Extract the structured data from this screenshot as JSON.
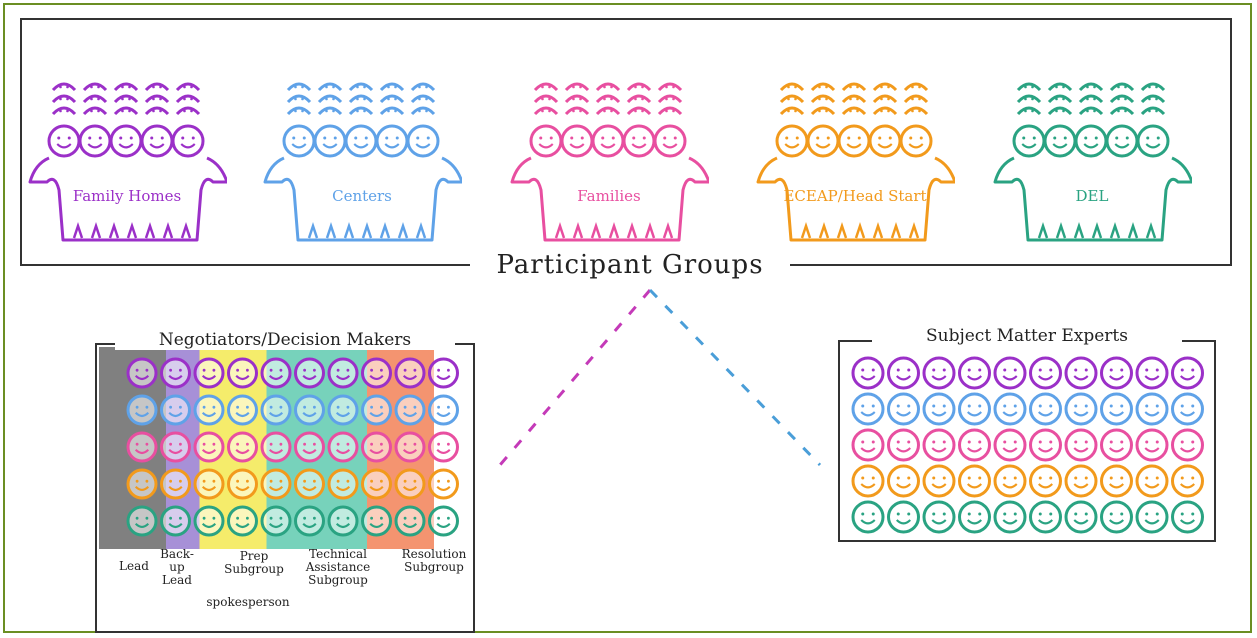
{
  "title": "Participant Groups",
  "groups": [
    {
      "label": "Family Homes",
      "color": "#9b30c8"
    },
    {
      "label": "Centers",
      "color": "#5fa2e8"
    },
    {
      "label": "Families",
      "color": "#e84fa0"
    },
    {
      "label": "ECEAP/Head Start",
      "color": "#f29a1c"
    },
    {
      "label": "DEL",
      "color": "#2aa382"
    }
  ],
  "negotiators": {
    "title": "Negotiators/Decision Makers",
    "row_colors": [
      "#9b30c8",
      "#5fa2e8",
      "#e84fa0",
      "#f29a1c",
      "#2aa382"
    ],
    "column_fills": [
      "#555555",
      "#555555",
      "#8a6bc9",
      "#f2e63a",
      "#f2e63a",
      "#49c3a4",
      "#49c3a4",
      "#49c3a4",
      "#f07040",
      "#f07040"
    ],
    "labels": {
      "lead": "Lead",
      "backup_lead": "Back-up Lead",
      "spokesperson": "spokesperson",
      "prep_subgroup": "Prep Subgroup",
      "ta_subgroup": "Technical Assistance Subgroup",
      "resolution_subgroup": "Resolution Subgroup"
    }
  },
  "experts": {
    "title": "Subject Matter Experts",
    "row_colors": [
      "#9b30c8",
      "#5fa2e8",
      "#e84fa0",
      "#f29a1c",
      "#2aa382"
    ]
  },
  "colors": {
    "frame": "#6b8e23",
    "connector_pink": "#c43ab8",
    "connector_blue": "#4a9ed8",
    "connector_orange": "#f29a1c",
    "connector_green": "#2aa382"
  }
}
